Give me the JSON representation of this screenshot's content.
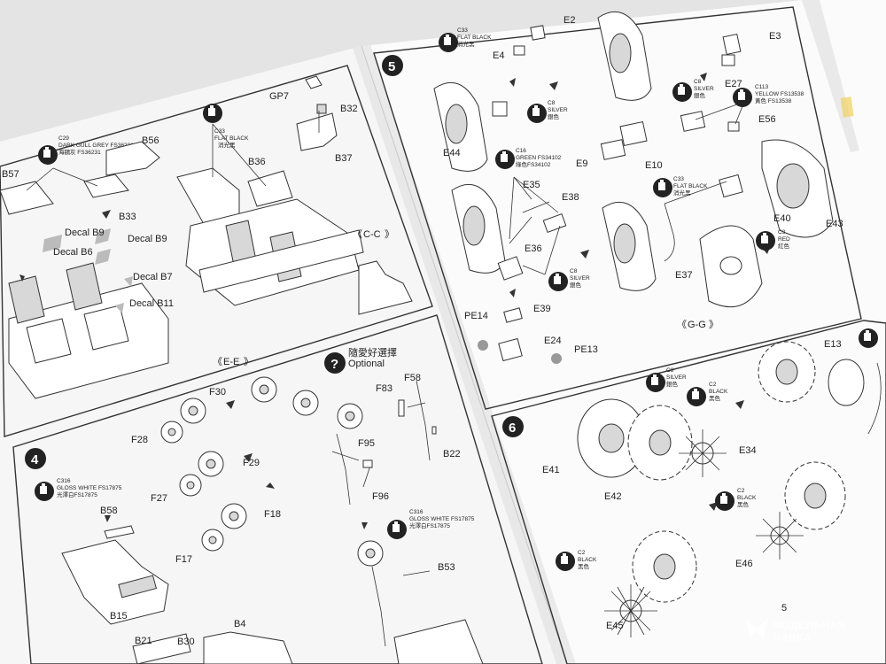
{
  "page_number": "5",
  "watermark": {
    "line1": "МОДЕЛЬНАЯ",
    "line2": "ЛАВКА"
  },
  "paints": {
    "c29": {
      "code": "C29",
      "en": "DARK GULL GREY FS36231",
      "cn": "海鷗灰 FS36231"
    },
    "c33": {
      "code": "C33",
      "en": "FLAT BLACK",
      "cn": "消光黑"
    },
    "c8": {
      "code": "C8",
      "en": "SILVER",
      "cn": "銀色"
    },
    "c2": {
      "code": "C2",
      "en": "BLACK",
      "cn": "黑色"
    },
    "c3": {
      "code": "C3",
      "en": "RED",
      "cn": "紅色"
    },
    "c16": {
      "code": "C16",
      "en": "GREEN FS34102",
      "cn": "綠色FS34102"
    },
    "c113": {
      "code": "C113",
      "en": "YELLOW FS13538",
      "cn": "黃色 FS13538"
    },
    "c316": {
      "code": "C316",
      "en": "GLOSS WHITE FS17875",
      "cn": "光澤白FS17875"
    }
  },
  "optional": {
    "cn": "隨愛好選擇",
    "en": "Optional"
  },
  "steps": {
    "s4": "4",
    "s5": "5",
    "s6": "6"
  },
  "views": {
    "ee": "E-E",
    "cc": "C-C",
    "gg": "G-G"
  },
  "parts_left_top": {
    "gp7": "GP7",
    "b32": "B32",
    "b37": "B37",
    "b36": "B36",
    "b56": "B56",
    "b57": "B57",
    "b33": "B33",
    "decal_b9a": "Decal B9",
    "decal_b9b": "Decal B9",
    "decal_b6": "Decal B6",
    "decal_b7": "Decal B7",
    "decal_b11": "Decal B11"
  },
  "parts_left_bottom": {
    "f30": "F30",
    "f28": "F28",
    "f29": "F29",
    "f27": "F27",
    "f18": "F18",
    "f17": "F17",
    "b58": "B58",
    "b15": "B15",
    "b21": "B21",
    "b30": "B30",
    "b4": "B4",
    "f83": "F83",
    "f58": "F58",
    "f95": "F95",
    "f96": "F96",
    "b22": "B22",
    "b53": "B53"
  },
  "parts_right_top": {
    "e2": "E2",
    "e4": "E4",
    "e3": "E3",
    "e27": "E27",
    "e44": "E44",
    "e56": "E56",
    "e9": "E9",
    "e10": "E10",
    "e35": "E35",
    "e38": "E38",
    "e36": "E36",
    "e40": "E40",
    "e43": "E43",
    "e37": "E37",
    "pe14": "PE14",
    "e39": "E39",
    "e24": "E24",
    "pe13": "PE13"
  },
  "parts_right_bottom": {
    "e13": "E13",
    "e41": "E41",
    "e42": "E42",
    "e34": "E34",
    "e46": "E46",
    "e45": "E45"
  }
}
